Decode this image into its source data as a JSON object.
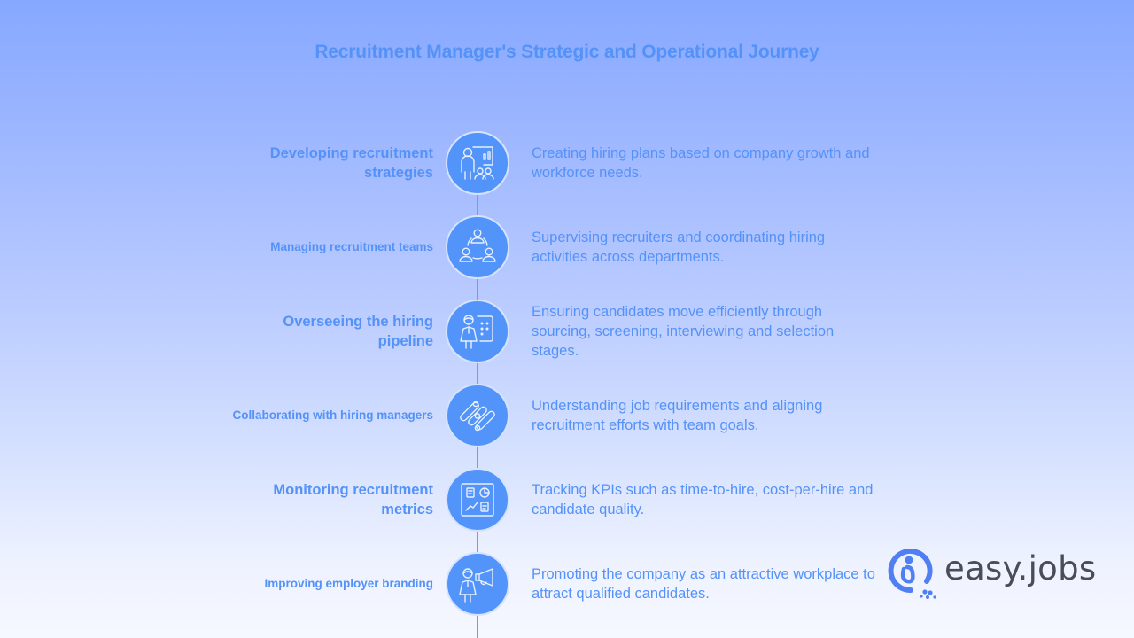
{
  "title": "Recruitment Manager's Strategic and Operational Journey",
  "colors": {
    "accent": "#5592f8",
    "circle_fill": "#5294f9",
    "line": "#6d9ef7",
    "background_top": "#86a8ff",
    "background_bottom": "#f6f8ff",
    "logo_text": "#4a4d57"
  },
  "steps": [
    {
      "title": "Developing recruitment strategies",
      "description": "Creating hiring plans based on company growth and workforce needs.",
      "icon": "presentation-chart-audience-icon"
    },
    {
      "title": "Managing recruitment teams",
      "description": "Supervising recruiters and coordinating hiring activities across departments.",
      "icon": "team-network-icon"
    },
    {
      "title": "Overseeing the hiring pipeline",
      "description": "Ensuring candidates move efficiently through sourcing, screening, interviewing and selection stages.",
      "icon": "person-board-icon"
    },
    {
      "title": "Collaborating with hiring managers",
      "description": "Understanding job requirements and aligning recruitment efforts with team goals.",
      "icon": "aligned-sliders-icon"
    },
    {
      "title": "Monitoring recruitment metrics",
      "description": "Tracking KPIs such as time-to-hire, cost-per-hire and candidate quality.",
      "icon": "dashboard-metrics-icon"
    },
    {
      "title": "Improving employer branding",
      "description": "Promoting the company as an attractive workplace to attract qualified candidates.",
      "icon": "person-megaphone-icon"
    }
  ],
  "logo": {
    "text": "easy.jobs",
    "icon": "easyjobs-logo-icon"
  }
}
